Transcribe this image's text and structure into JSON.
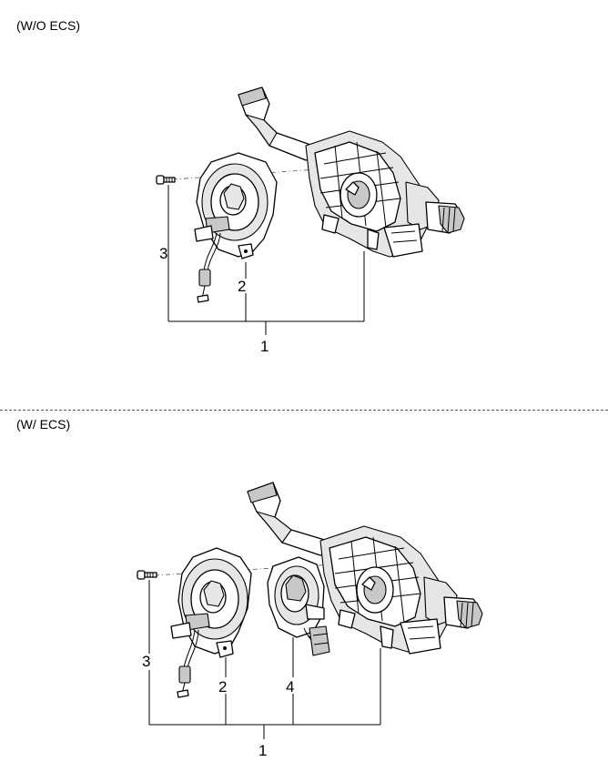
{
  "sections": {
    "top": {
      "title": "(W/O ECS)"
    },
    "bottom": {
      "title": "(W/ ECS)"
    }
  },
  "callouts": {
    "top": {
      "assembly": "1",
      "clock_spring": "2",
      "screw": "3"
    },
    "bottom": {
      "assembly": "1",
      "clock_spring": "2",
      "screw": "3",
      "sensor": "4"
    }
  }
}
